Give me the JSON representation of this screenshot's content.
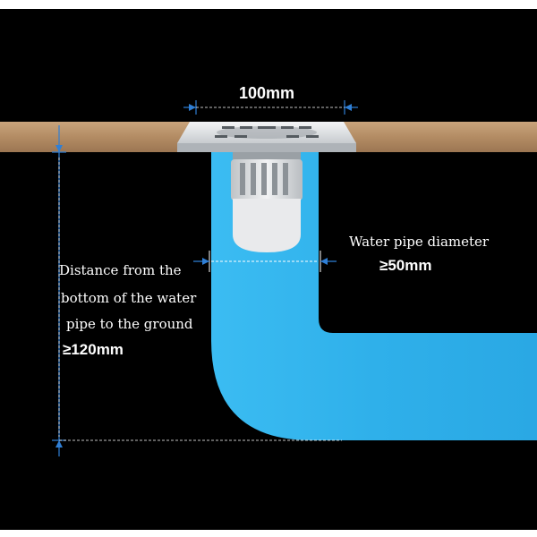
{
  "dimensions": {
    "drain_width": "100mm",
    "pipe_diameter_label": "Water pipe diameter",
    "pipe_diameter_value": "≥50mm",
    "distance_line1": "Distance from the",
    "distance_line2": "bottom of the water",
    "distance_line3": "pipe to the ground",
    "distance_value": "≥120mm"
  },
  "colors": {
    "background": "#000000",
    "floor": "#b8926a",
    "pipe": "#2fb6ee",
    "dimension_line": "#2f7fd6",
    "drain_cover": "#e6e8ea"
  }
}
